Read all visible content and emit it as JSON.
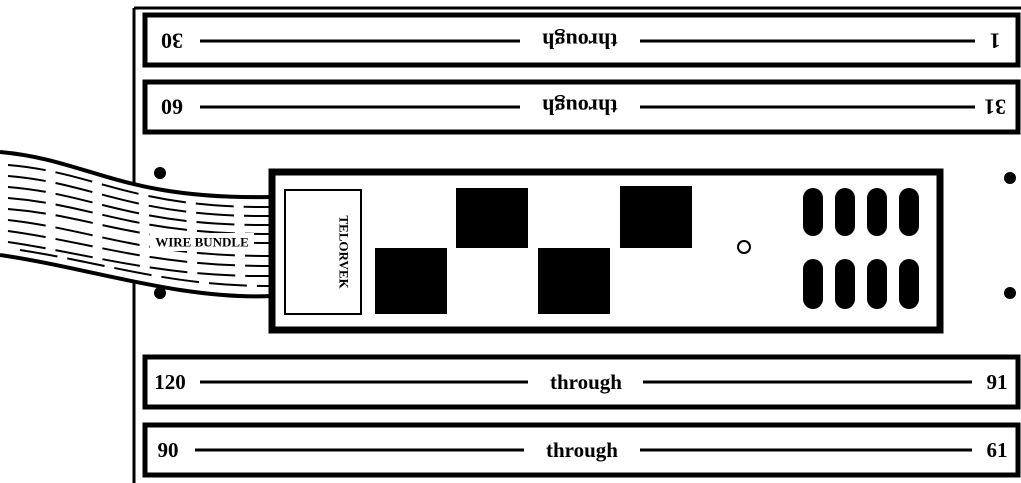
{
  "strips": {
    "s1": {
      "left": "30",
      "middle": "through",
      "right": "1"
    },
    "s2": {
      "left": "60",
      "middle": "through",
      "right": "31"
    },
    "s3": {
      "left": "120",
      "middle": "through",
      "right": "91"
    },
    "s4": {
      "left": "90",
      "middle": "through",
      "right": "61"
    }
  },
  "device": {
    "brand": "TELORVEK"
  },
  "wire_bundle": {
    "label": "WIRE BUNDLE"
  }
}
